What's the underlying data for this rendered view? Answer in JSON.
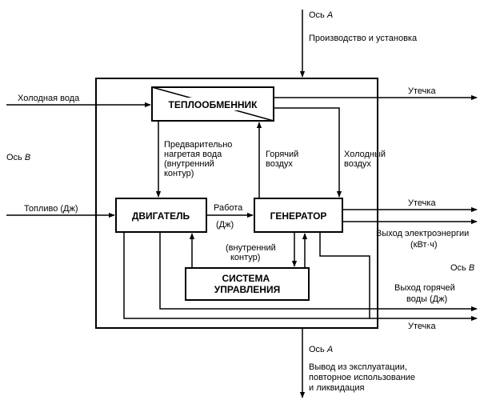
{
  "axis_a_top": {
    "prefix": "Ось ",
    "letter": "А",
    "label": "Производство и установка"
  },
  "axis_a_bottom": {
    "prefix": "Ось ",
    "letter": "А",
    "label": [
      "Вывод из эксплуатации,",
      "повторное использование",
      "и ликвидация"
    ]
  },
  "axis_b_left": {
    "prefix": "Ось ",
    "letter": "В"
  },
  "axis_b_right": {
    "prefix": "Ось ",
    "letter": "В"
  },
  "boxes": {
    "heat_exchanger": "ТЕПЛООБМЕННИК",
    "engine": "ДВИГАТЕЛЬ",
    "generator": "ГЕНЕРАТОР",
    "control": [
      "СИСТЕМА",
      "УПРАВЛЕНИЯ"
    ]
  },
  "inputs": {
    "cold_water": "Холодная вода",
    "fuel": "Топливо (Дж)"
  },
  "internal": {
    "preheated_water": [
      "Предварительно",
      "нагретая вода",
      "(внутренний",
      "контур)"
    ],
    "hot_air": [
      "Горячий",
      "воздух"
    ],
    "cold_air": [
      "Холодный",
      "воздух"
    ],
    "work": [
      "Работа",
      "(Дж)"
    ],
    "inner_loop": [
      "(внутренний",
      "контур)"
    ]
  },
  "outputs": {
    "leak_top": "Утечка",
    "leak_mid": "Утечка",
    "electricity": [
      "Выход электроэнергии",
      "(кВт·ч)"
    ],
    "hot_water": [
      "Выход горячей",
      "воды (Дж)"
    ],
    "leak_bottom": "Утечка"
  }
}
